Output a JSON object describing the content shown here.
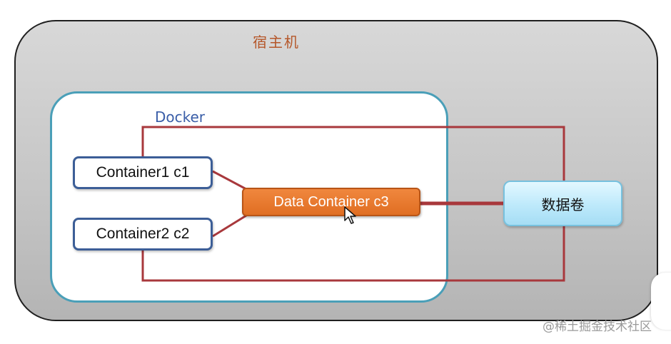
{
  "diagram": {
    "host": {
      "label": "宿主机"
    },
    "docker": {
      "label": "Docker"
    },
    "containers": [
      {
        "label": "Container1 c1"
      },
      {
        "label": "Container2 c2"
      }
    ],
    "data_container": {
      "label": "Data Container c3"
    },
    "volume": {
      "label": "数据卷"
    }
  },
  "watermark": {
    "text": "@稀土掘金技术社区"
  },
  "colors": {
    "connector": "#a8383c",
    "docker_border": "#4a9fb8",
    "data_container_fill": "#e97a2e",
    "volume_fill": "#bde9fb",
    "host_label": "#b5572a"
  }
}
